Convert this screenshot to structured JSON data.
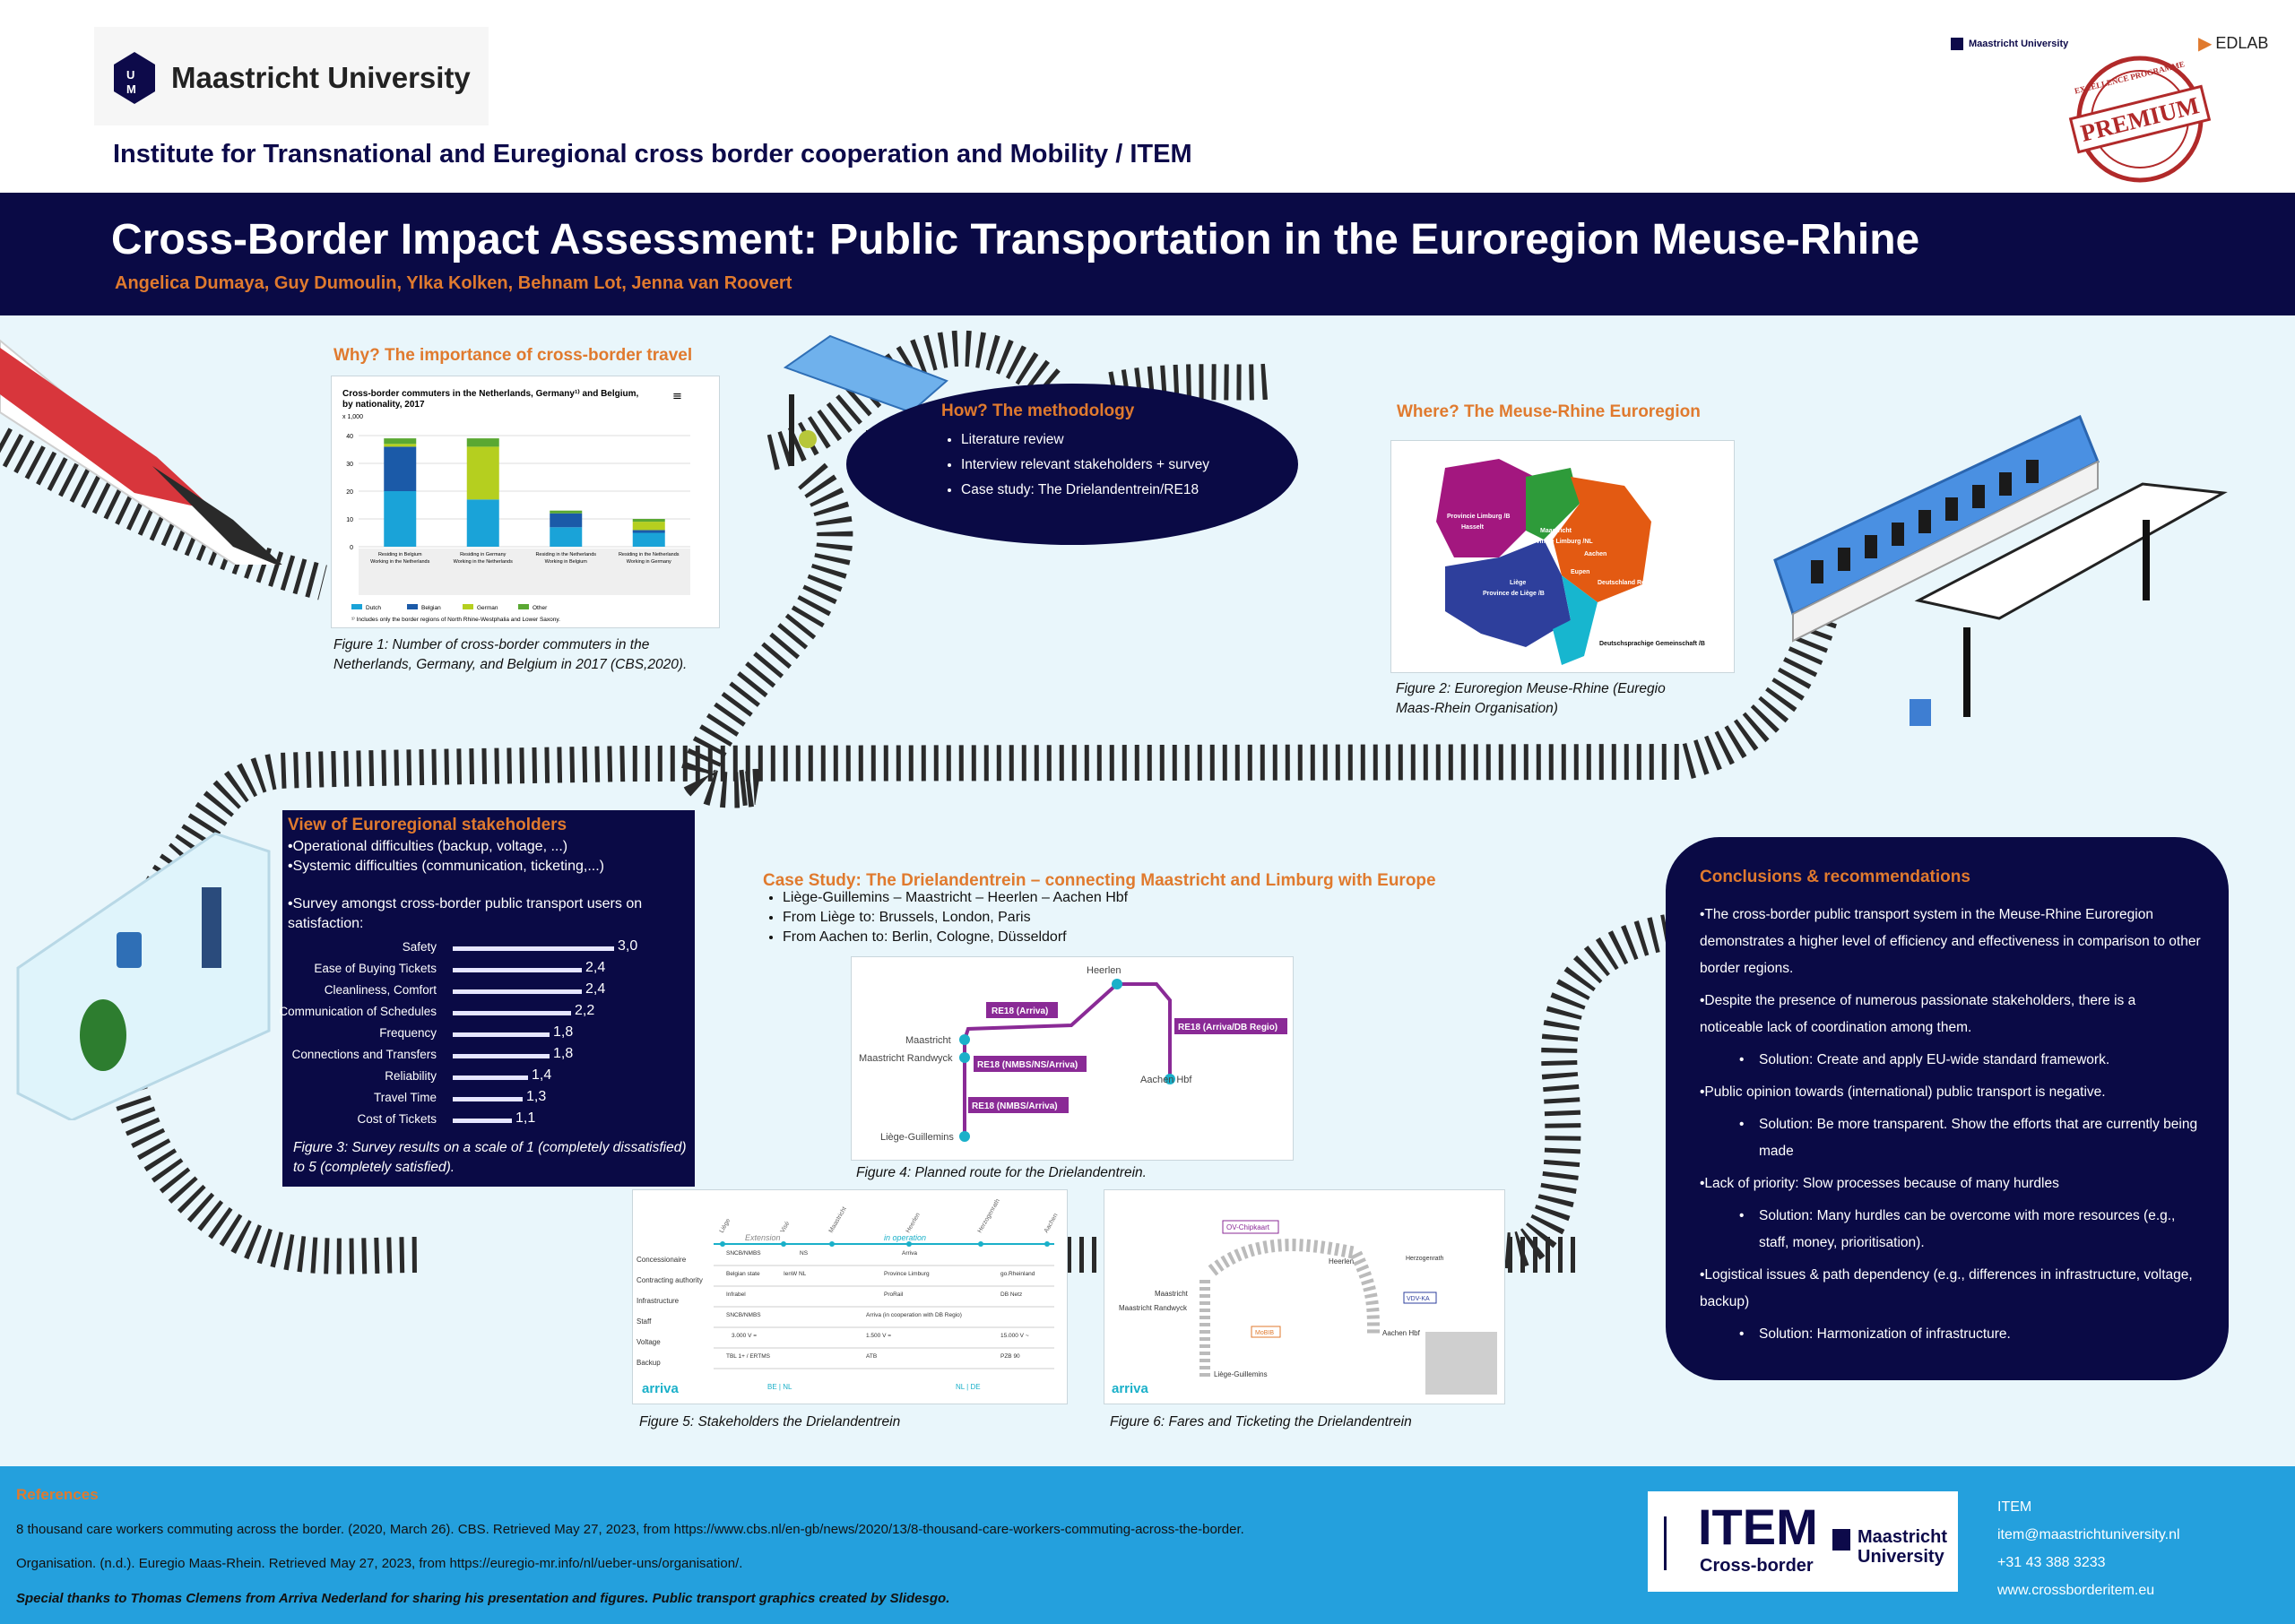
{
  "header": {
    "university": "Maastricht University",
    "institute": "Institute for Transnational and Euregional cross border cooperation and Mobility / ITEM",
    "small_um_logo": "Maastricht University",
    "edlab": "EDLAB",
    "stamp_top": "EXCELLENCE PROGRAMME",
    "stamp_main": "PREMIUM"
  },
  "title": {
    "main": "Cross-Border Impact Assessment: Public Transportation in the Euroregion Meuse-Rhine",
    "authors": "Angelica Dumaya, Guy Dumoulin, Ylka Kolken, Behnam Lot,  Jenna van Roovert"
  },
  "why": {
    "title": "Why? The importance of cross-border travel",
    "caption": "Figure 1: Number of cross-border commuters in the Netherlands, Germany, and Belgium in 2017 (CBS,2020)."
  },
  "how": {
    "title": "How? The methodology",
    "items": [
      "Literature review",
      "Interview relevant stakeholders + survey",
      "Case study: The Drielandentrein/RE18"
    ]
  },
  "where": {
    "title": "Where? The Meuse-Rhine Euroregion",
    "caption": "Figure 2: Euroregion Meuse-Rhine (Euregio Maas-Rhein Organisation)",
    "map_labels": {
      "limburg_be": "Provincie Limburg /B",
      "hasselt": "Hasselt",
      "maastricht": "Maastricht",
      "limburg_nl": "Provincie Limburg /NL",
      "aachen": "Aachen",
      "liege": "Liège",
      "liege_prov": "Province de Liège /B",
      "eupen": "Eupen",
      "aachen_region": "Deutschland Region Aachen /B",
      "dg": "Deutschsprachige Gemeinschaft /B"
    }
  },
  "stakeholders": {
    "title": "View of Euroregional stakeholders",
    "lines": [
      "•Operational difficulties (backup, voltage, ...)",
      "•Systemic difficulties (communication, ticketing,...)",
      "•Survey amongst cross-border public transport users on satisfaction:"
    ],
    "caption": "Figure 3: Survey results on a scale of 1 (completely dissatisfied) to 5 (completely satisfied)."
  },
  "survey": [
    {
      "label": "Safety",
      "value": 3.0,
      "text": "3,0"
    },
    {
      "label": "Ease of Buying Tickets",
      "value": 2.4,
      "text": "2,4"
    },
    {
      "label": "Cleanliness, Comfort",
      "value": 2.4,
      "text": "2,4"
    },
    {
      "label": "Communication of Schedules",
      "value": 2.2,
      "text": "2,2"
    },
    {
      "label": "Frequency",
      "value": 1.8,
      "text": "1,8"
    },
    {
      "label": "Connections and Transfers",
      "value": 1.8,
      "text": "1,8"
    },
    {
      "label": "Reliability",
      "value": 1.4,
      "text": "1,4"
    },
    {
      "label": "Travel Time",
      "value": 1.3,
      "text": "1,3"
    },
    {
      "label": "Cost of Tickets",
      "value": 1.1,
      "text": "1,1"
    }
  ],
  "case": {
    "title": "Case Study: The Drielandentrein – connecting Maastricht and Limburg with Europe",
    "items": [
      "Liège-Guillemins – Maastricht – Heerlen – Aachen Hbf",
      "From Liège to: Brussels, London, Paris",
      "From Aachen to: Berlin, Cologne, Düsseldorf"
    ],
    "route": {
      "heerlen": "Heerlen",
      "maastricht": "Maastricht",
      "randwyck": "Maastricht Randwyck",
      "liege": "Liège-Guillemins",
      "aachen": "Aachen Hbf",
      "l1": "RE18 (Arriva)",
      "l2": "RE18 (NMBS/NS/Arriva)",
      "l3": "RE18 (NMBS/Arriva)",
      "l4": "RE18 (Arriva/DB Regio)"
    },
    "fig4_caption": "Figure 4: Planned route for the Drielandentrein.",
    "fig5_caption": "Figure 5: Stakeholders the Drielandentrein",
    "fig6_caption": "Figure 6: Fares and Ticketing the Drielandentrein"
  },
  "fig5": {
    "rows": [
      "Concessionaire",
      "Contracting authority",
      "Infrastructure",
      "Staff",
      "Voltage",
      "Backup"
    ],
    "in_operation": "in operation",
    "extension": "Extension",
    "stations": [
      "Liège",
      "Visé",
      "Maastricht",
      "Heerlen",
      "Herzogenrath",
      "Aachen"
    ],
    "cells": [
      "SNCB/NMBS",
      "NS",
      "Arriva",
      "Belgian state",
      "IenW NL",
      "Province Limburg",
      "go.Rheinland",
      "Infrabel",
      "ProRail",
      "DB Netz",
      "SNCB/NMBS",
      "Arriva (in cooperation with DB Regio)",
      "3.000 V =",
      "1.500 V =",
      "15.000 V ~",
      "TBL 1+ / ERTMS",
      "ATB",
      "PZB 90"
    ],
    "brand": "arriva",
    "foot_left": "BE | NL",
    "foot_right": "NL | DE"
  },
  "fig6": {
    "ov": "OV-Chipkaart",
    "heerlen": "Heerlen",
    "maastricht": "Maastricht",
    "randwyck": "Maastricht Randwyck",
    "liege": "Liège-Guillemins",
    "aachen": "Aachen Hbf",
    "herzogenrath": "Herzogenrath",
    "mobib": "MoBIB",
    "vdvka": "VDV-KA",
    "brand": "arriva"
  },
  "conclusions": {
    "title": "Conclusions & recommendations",
    "items": [
      {
        "t": "•The cross-border public transport system in the Meuse-Rhine Euroregion demonstrates a higher level of efficiency and effectiveness in comparison to other border regions.",
        "indent": false
      },
      {
        "t": "•Despite the presence of numerous passionate stakeholders, there is a noticeable lack of coordination among them.",
        "indent": false
      },
      {
        "t": "Solution: Create and apply EU-wide standard framework.",
        "indent": true
      },
      {
        "t": "•Public opinion towards (international) public transport is negative.",
        "indent": false
      },
      {
        "t": "Solution: Be more transparent. Show the efforts that are currently being made",
        "indent": true
      },
      {
        "t": "•Lack of priority: Slow processes because of many hurdles",
        "indent": false
      },
      {
        "t": "Solution: Many hurdles can be overcome with more resources (e.g., staff, money, prioritisation).",
        "indent": true
      },
      {
        "t": "•Logistical issues & path dependency (e.g., differences in infrastructure, voltage, backup)",
        "indent": false
      },
      {
        "t": "Solution:  Harmonization of infrastructure.",
        "indent": true
      }
    ]
  },
  "footer": {
    "ref_title": "References",
    "refs": [
      "8 thousand care workers commuting across the border. (2020, March 26). CBS. Retrieved May 27, 2023, from https://www.cbs.nl/en-gb/news/2020/13/8-thousand-care-workers-commuting-across-the-border.",
      "Organisation. (n.d.). Euregio Maas-Rhein. Retrieved May 27, 2023, from https://euregio-mr.info/nl/ueber-uns/organisation/."
    ],
    "thanks": "Special thanks to Thomas Clemens from Arriva Nederland for sharing his presentation and figures. Public transport graphics created by Slidesgo.",
    "item_big": "ITEM",
    "item_sub": "Cross-border",
    "um_line1": "Maastricht",
    "um_line2": "University",
    "contact": [
      "ITEM",
      "item@maastrichtuniversity.nl",
      "+31 43 388 3233",
      "www.crossborderitem.eu"
    ]
  },
  "chart_data": {
    "type": "bar",
    "title": "Cross-border commuters in the Netherlands, Germany¹⁾ and Belgium, by nationality, 2017",
    "ylabel": "x 1,000",
    "ylim": [
      0,
      40
    ],
    "yticks": [
      0,
      10,
      20,
      30,
      40
    ],
    "categories": [
      [
        "Residing in Belgium",
        "Working in the Netherlands"
      ],
      [
        "Residing in Germany",
        "Working in the Netherlands"
      ],
      [
        "Residing in the Netherlands",
        "Working in Belgium"
      ],
      [
        "Residing in the Netherlands",
        "Working in Germany"
      ]
    ],
    "category_names": [
      "Residing in Belgium",
      "Residing in Germany",
      "Residing in the Netherlands Working in Belgium",
      "Residing in the Netherlands Working in Germany"
    ],
    "series": [
      {
        "name": "Dutch",
        "color": "#1aa3d8",
        "values": [
          20,
          17,
          7,
          5
        ]
      },
      {
        "name": "Belgian",
        "color": "#1b5aa8",
        "values": [
          16,
          0,
          5,
          1
        ]
      },
      {
        "name": "German",
        "color": "#b5cf1f",
        "values": [
          1,
          19,
          0,
          3
        ]
      },
      {
        "name": "Other",
        "color": "#5aa832",
        "values": [
          2,
          3,
          1,
          1
        ]
      }
    ],
    "footnote": "¹⁾ Includes only the border regions of North Rhine-Westphalia and Lower Saxony."
  }
}
